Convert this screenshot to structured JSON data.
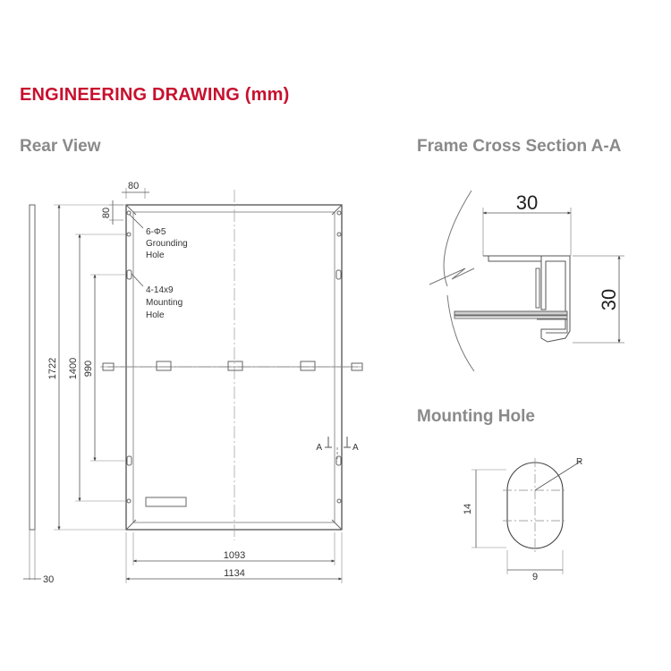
{
  "title": "ENGINEERING DRAWING (mm)",
  "rear_view": {
    "title": "Rear View",
    "dims": {
      "frame_width": "80",
      "frame_height": "80",
      "total_height": "1722",
      "mount_spacing": "1400",
      "ground_spacing": "990",
      "thickness": "30",
      "inner_width": "1093",
      "total_width": "1134"
    },
    "notes": {
      "grounding_qty": "6-Φ5",
      "grounding_l1": "Grounding",
      "grounding_l2": "Hole",
      "mounting_qty": "4-14x9",
      "mounting_l1": "Mounting",
      "mounting_l2": "Hole"
    },
    "section_marks": {
      "left": "A",
      "right": "A"
    }
  },
  "cross_section": {
    "title": "Frame Cross Section A-A",
    "width_dim": "30",
    "height_dim": "30"
  },
  "mounting_hole": {
    "title": "Mounting Hole",
    "radius_label": "R",
    "height_dim": "14",
    "width_dim": "9"
  }
}
